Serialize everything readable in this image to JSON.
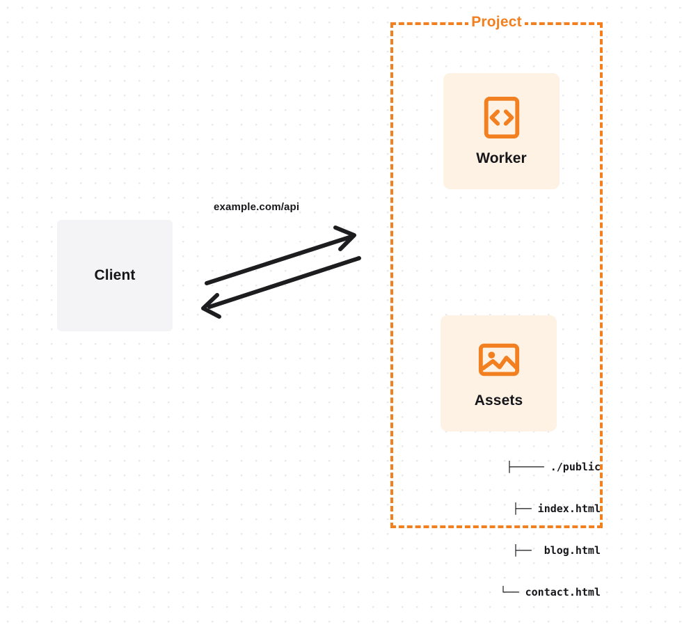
{
  "diagram": {
    "title": "Project",
    "background": {
      "style": "dot-grid",
      "dot_color": "#e9e9ec",
      "page_color": "#ffffff"
    },
    "colors": {
      "accent": "#f38020",
      "card_fill": "#fdf2e4",
      "client_fill": "#f4f4f6",
      "text": "#16161a",
      "arrow": "#1d1d1f"
    },
    "nodes": {
      "client": {
        "label": "Client"
      },
      "worker": {
        "label": "Worker",
        "icon": "code-brackets-icon"
      },
      "assets": {
        "label": "Assets",
        "icon": "image-picture-icon"
      }
    },
    "edges": {
      "client_to_project": {
        "label": "example.com/api",
        "direction": "bidirectional",
        "from": "Client",
        "to": "Project"
      }
    },
    "file_tree": {
      "lines": [
        "├───── ./public",
        "    ├── index.html",
        "    ├──  blog.html",
        "    └── contact.html"
      ],
      "root": "./public",
      "files": [
        "index.html",
        "blog.html",
        "contact.html"
      ]
    }
  }
}
